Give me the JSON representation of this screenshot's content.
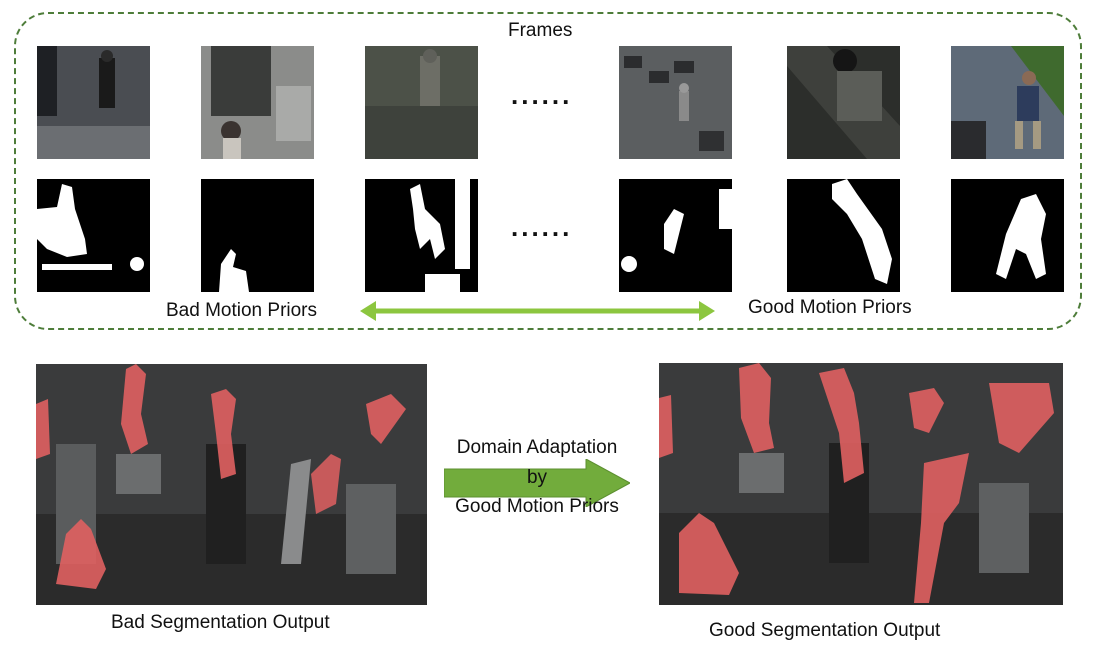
{
  "frames_panel": {
    "title": "Frames",
    "ellipsis": "......",
    "bad_label": "Bad Motion Priors",
    "good_label": "Good Motion Priors",
    "frame_images": [
      "frame-1",
      "frame-2",
      "frame-3",
      "frame-4",
      "frame-5",
      "frame-6"
    ],
    "mask_images": [
      "mask-1",
      "mask-2",
      "mask-3",
      "mask-4",
      "mask-5",
      "mask-6"
    ]
  },
  "adaptation": {
    "line1": "Domain Adaptation",
    "line2": "by",
    "line3": "Good Motion Priors"
  },
  "outputs": {
    "bad_caption": "Bad Segmentation Output",
    "good_caption": "Good Segmentation Output"
  },
  "colors": {
    "dashed_border": "#4e7d3a",
    "double_arrow": "#8cc63f",
    "adapt_arrow": "#72ac3c",
    "segment_overlay": "#e06060"
  }
}
